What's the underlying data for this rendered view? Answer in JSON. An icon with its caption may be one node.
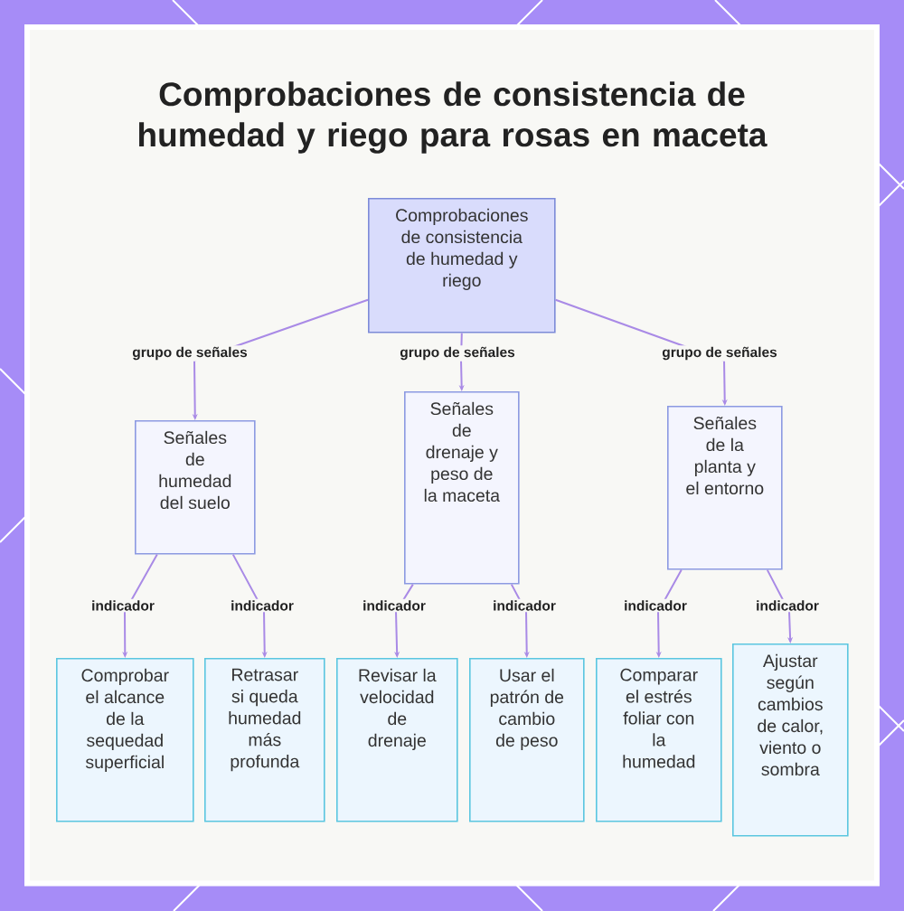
{
  "diagram": {
    "title": "Comprobaciones de consistencia de humedad y riego para rosas en maceta",
    "nodes": [
      {
        "text": [
          "Comprobaciones de consistencia de humedad y riego"
        ]
      },
      {
        "text": [
          "Señales de humedad del suelo"
        ]
      },
      {
        "text": [
          "Señales de drenaje y peso de la maceta"
        ]
      },
      {
        "text": [
          "Señales de la planta y el entorno"
        ]
      },
      {
        "text": [
          "Comprobar el alcance de la sequedad superficial"
        ]
      },
      {
        "text": [
          "Retrasar si queda humedad más profunda"
        ]
      },
      {
        "text": [
          "Revisar la velocidad de drenaje"
        ]
      },
      {
        "text": [
          "Usar el patrón de cambio de peso"
        ]
      },
      {
        "text": [
          "Comparar el estrés foliar con la humedad"
        ]
      },
      {
        "text": [
          "Ajustar según cambios de calor, viento o sombra"
        ]
      }
    ],
    "edges": [
      {
        "from": 0,
        "to": 1,
        "arrow": "to",
        "label": "grupo de señales"
      },
      {
        "from": 0,
        "to": 2,
        "arrow": "to",
        "label": "grupo de señales"
      },
      {
        "from": 0,
        "to": 3,
        "arrow": "to",
        "label": "grupo de señales"
      },
      {
        "from": 1,
        "to": 4,
        "arrow": "to",
        "label": "indicador"
      },
      {
        "from": 1,
        "to": 5,
        "arrow": "to",
        "label": "indicador"
      },
      {
        "from": 2,
        "to": 6,
        "arrow": "to",
        "label": "indicador"
      },
      {
        "from": 2,
        "to": 7,
        "arrow": "to",
        "label": "indicador"
      },
      {
        "from": 3,
        "to": 8,
        "arrow": "to",
        "label": "indicador"
      },
      {
        "from": 3,
        "to": 9,
        "arrow": "to",
        "label": "indicador"
      }
    ]
  }
}
